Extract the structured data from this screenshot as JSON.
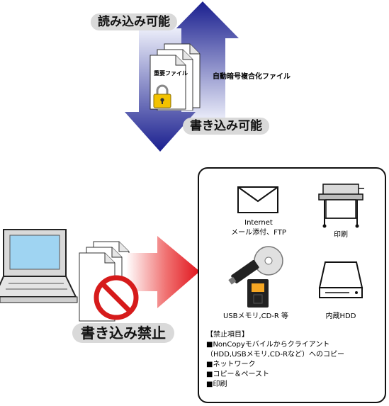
{
  "top": {
    "read_label": "読み込み可能",
    "write_label": "書き込み可能",
    "file_label": "重要ファイル",
    "encrypted_label": "自動暗号複合化ファイル"
  },
  "bottom": {
    "write_prohibited_label": "書き込み禁止"
  },
  "panel": {
    "internet_label_1": "Internet",
    "internet_label_2": "メール添付、FTP",
    "print_label": "印刷",
    "usb_label": "USBメモリ,CD-R 等",
    "hdd_label": "内蔵HDD",
    "rules_title": "【禁止項目】",
    "rules": [
      "■NonCopyモバイルからクライアント",
      "（HDD,USBメモリ,CD-Rなど）へのコピー",
      "■ネットワーク",
      "■コピー＆ペースト",
      "■印刷"
    ]
  },
  "colors": {
    "arrow_blue_dark": "#1a1f8f",
    "arrow_blue_light": "#e6e8f8",
    "arrow_red": "#e0141c",
    "prohibit_red": "#d61b1b",
    "lock_gold": "#f2c200",
    "usb_orange": "#f5a623"
  }
}
